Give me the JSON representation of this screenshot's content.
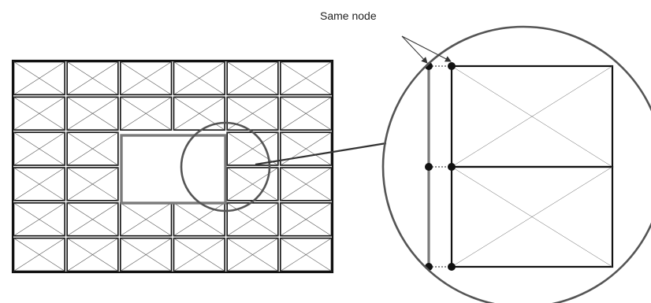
{
  "annotation": {
    "label": "Same node"
  },
  "mesh": {
    "columns": 6,
    "rows": 6,
    "hole": {
      "col_start": 2,
      "col_end": 4,
      "row_start": 2,
      "row_end": 4
    }
  },
  "colors": {
    "grid_line": "#111111",
    "hole_border": "#7a7a7a",
    "magnifier_circle": "#555555",
    "node": "#111111"
  }
}
